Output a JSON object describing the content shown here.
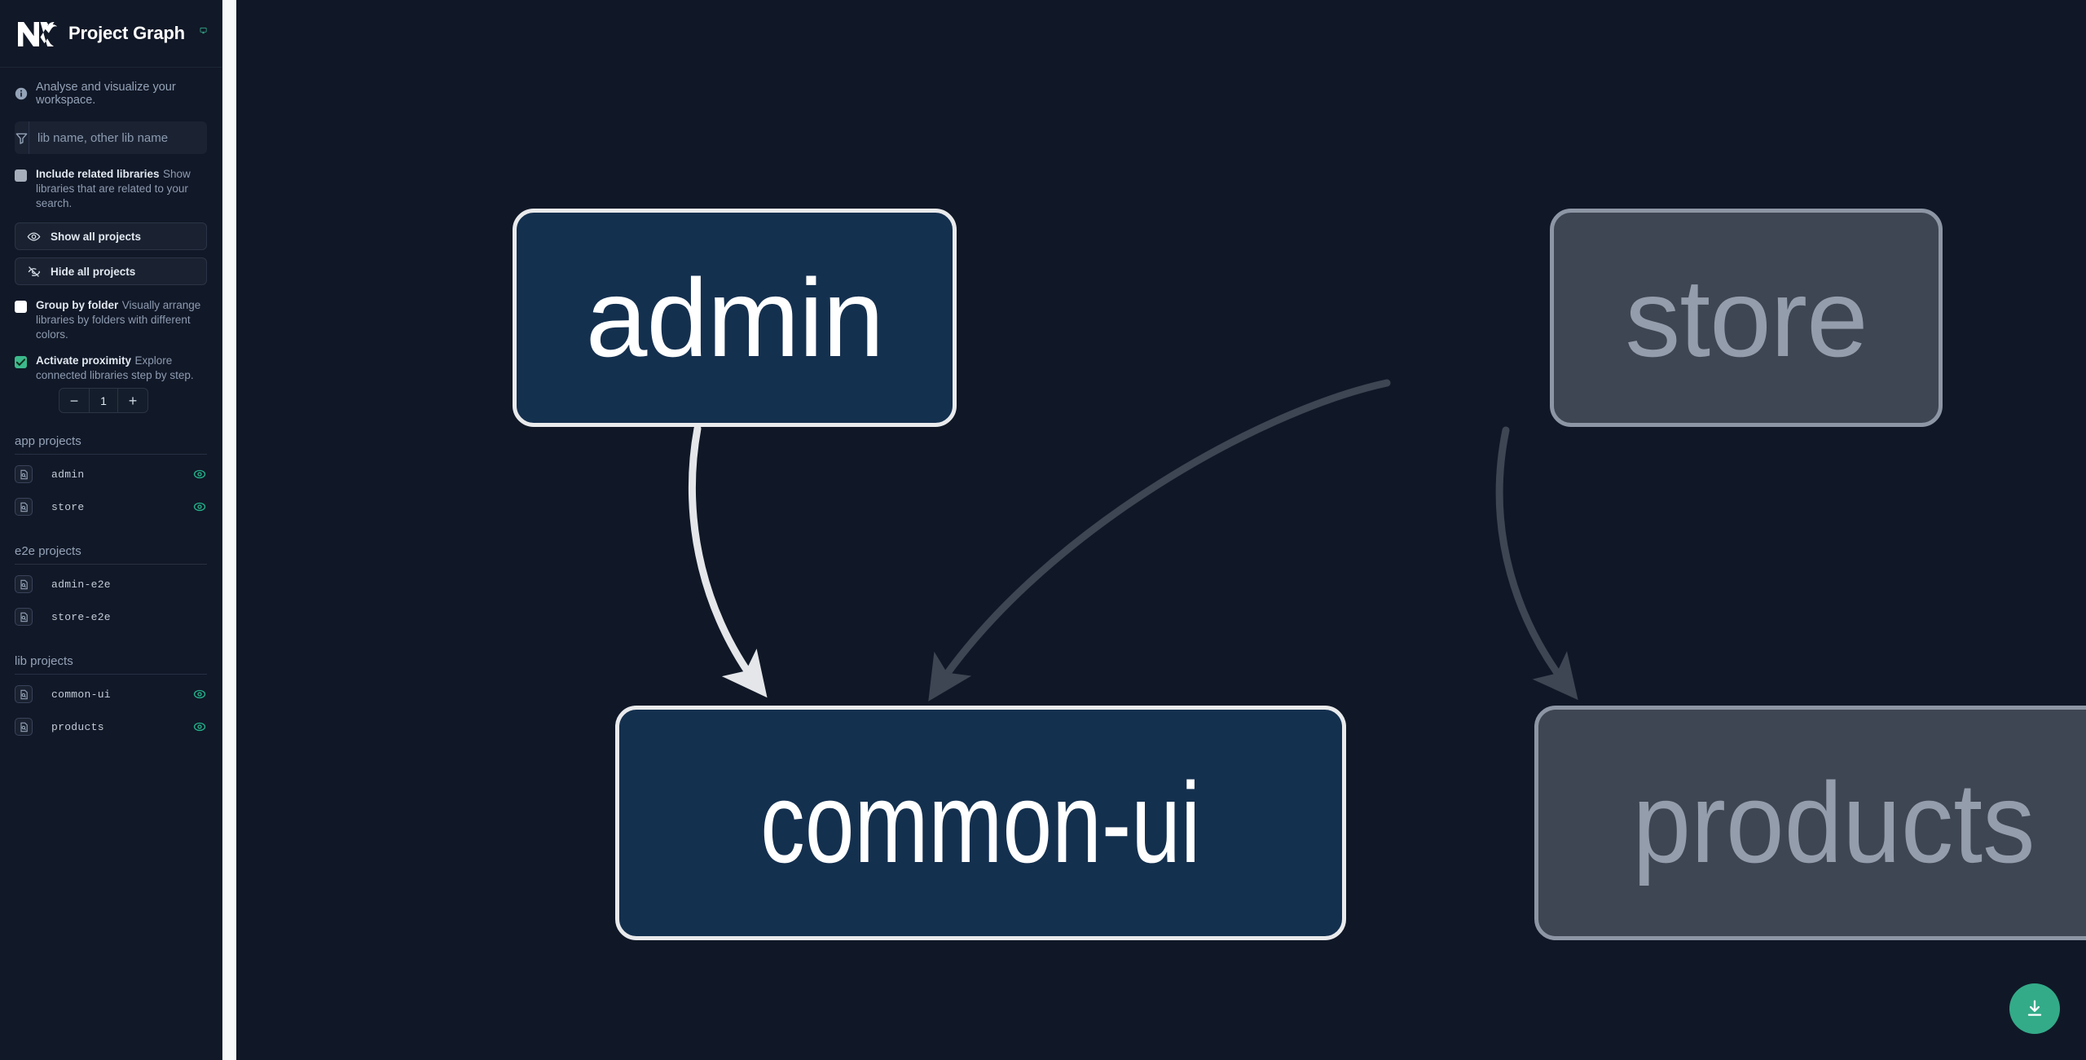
{
  "app": {
    "title": "Project Graph",
    "logo_alt": "nx-logo",
    "header_icon": "monitor-icon",
    "tagline": "Analyse and visualize your workspace."
  },
  "search": {
    "placeholder": "lib name, other lib name",
    "value": "",
    "icon": "filter-funnel-icon"
  },
  "options": [
    {
      "id": "include-related-libraries",
      "label": "Include related libraries",
      "description": "Show libraries that are related to your search.",
      "checked": false,
      "style": "grey"
    },
    {
      "id": "group-by-folder",
      "label": "Group by folder",
      "description": "Visually arrange libraries by folders with different colors.",
      "checked": false,
      "style": "white"
    },
    {
      "id": "activate-proximity",
      "label": "Activate proximity",
      "description": "Explore connected libraries step by step.",
      "checked": true,
      "style": "green"
    }
  ],
  "buttons": {
    "show_all": {
      "label": "Show all projects",
      "icon": "eye-icon"
    },
    "hide_all": {
      "label": "Hide all projects",
      "icon": "eye-off-icon"
    }
  },
  "proximity_stepper": {
    "decrement_label": "−",
    "value": "1",
    "increment_label": "+"
  },
  "project_groups": [
    {
      "heading": "app projects",
      "projects": [
        {
          "name": "admin",
          "icon": "file-project-icon",
          "visible": true,
          "toggle_icon": "eye-badge-icon"
        },
        {
          "name": "store",
          "icon": "file-project-icon",
          "visible": true,
          "toggle_icon": "eye-badge-icon"
        }
      ]
    },
    {
      "heading": "e2e projects",
      "projects": [
        {
          "name": "admin-e2e",
          "icon": "file-project-icon",
          "visible": false,
          "toggle_icon": ""
        },
        {
          "name": "store-e2e",
          "icon": "file-project-icon",
          "visible": false,
          "toggle_icon": ""
        }
      ]
    },
    {
      "heading": "lib projects",
      "projects": [
        {
          "name": "common-ui",
          "icon": "file-project-icon",
          "visible": true,
          "toggle_icon": "eye-badge-icon"
        },
        {
          "name": "products",
          "icon": "file-project-icon",
          "visible": true,
          "toggle_icon": "eye-badge-icon"
        }
      ]
    }
  ],
  "graph": {
    "nodes": [
      {
        "id": "admin",
        "label": "admin",
        "state": "focused"
      },
      {
        "id": "store",
        "label": "store",
        "state": "dimmed"
      },
      {
        "id": "common-ui",
        "label": "common-ui",
        "state": "focused"
      },
      {
        "id": "products",
        "label": "products",
        "state": "dimmed"
      }
    ],
    "edges": [
      {
        "from": "admin",
        "to": "common-ui",
        "state": "highlighted"
      },
      {
        "from": "store",
        "to": "common-ui",
        "state": "dimmed"
      },
      {
        "from": "store",
        "to": "products",
        "state": "dimmed"
      }
    ]
  },
  "fab": {
    "label": "download-image-button",
    "icon": "download-icon"
  },
  "colors": {
    "background": "#101827",
    "sidebar": "#111827",
    "accent_green": "#33ab88",
    "focused_node_fill": "#14304f",
    "focused_node_border": "#e9eaec",
    "dimmed_node_fill": "#3e4553",
    "dimmed_node_border": "#8d96a4",
    "edge_highlight": "#e4e6e9",
    "edge_dim": "#3e4553",
    "resizer": "#f7f8f9"
  }
}
